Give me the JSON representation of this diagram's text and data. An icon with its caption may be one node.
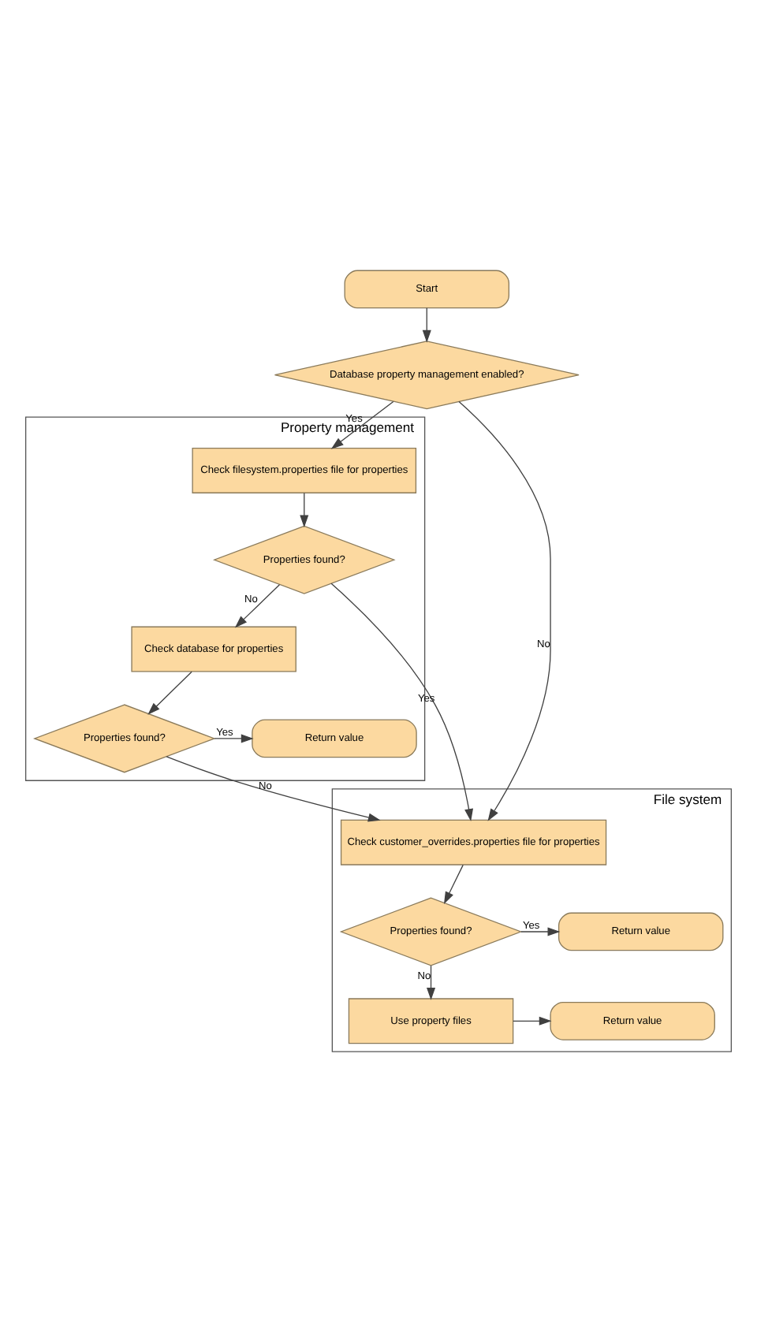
{
  "diagram": {
    "nodes": [
      {
        "text": [
          "Start"
        ]
      },
      {
        "text": [
          "Database property management enabled?"
        ]
      },
      {
        "text": [
          "Property management"
        ]
      },
      {
        "text": [
          "Check filesystem.properties file for properties"
        ],
        "in": 2
      },
      {
        "text": [
          "Properties found?"
        ],
        "in": 2
      },
      {
        "text": [
          "Check database for properties"
        ],
        "in": 2
      },
      {
        "text": [
          "Properties found?"
        ],
        "in": 2
      },
      {
        "text": [
          "Return value"
        ],
        "in": 2
      },
      {
        "text": [
          "File system"
        ]
      },
      {
        "text": [
          "Check customer_overrides.properties file for properties"
        ],
        "in": 8
      },
      {
        "text": [
          "Properties found?"
        ],
        "in": 8
      },
      {
        "text": [
          "Return value"
        ],
        "in": 8
      },
      {
        "text": [
          "Use property files"
        ],
        "in": 8
      },
      {
        "text": [
          "Return value"
        ],
        "in": 8
      }
    ],
    "edges": [
      {
        "from": 0,
        "to": 1,
        "arrow": "to"
      },
      {
        "from": 1,
        "to": 3,
        "arrow": "to",
        "label": "Yes"
      },
      {
        "from": 1,
        "to": 9,
        "arrow": "to",
        "label": "No"
      },
      {
        "from": 3,
        "to": 4,
        "arrow": "to"
      },
      {
        "from": 4,
        "to": 9,
        "arrow": "to",
        "label": "Yes"
      },
      {
        "from": 4,
        "to": 5,
        "arrow": "to",
        "label": "No"
      },
      {
        "from": 5,
        "to": 6,
        "arrow": "to"
      },
      {
        "from": 6,
        "to": 7,
        "arrow": "to",
        "label": "Yes"
      },
      {
        "from": 6,
        "to": 9,
        "arrow": "to",
        "label": "No"
      },
      {
        "from": 9,
        "to": 10,
        "arrow": "to"
      },
      {
        "from": 10,
        "to": 11,
        "arrow": "to",
        "label": "Yes"
      },
      {
        "from": 10,
        "to": 12,
        "arrow": "to",
        "label": "No"
      },
      {
        "from": 12,
        "to": 13,
        "arrow": "to"
      }
    ]
  }
}
